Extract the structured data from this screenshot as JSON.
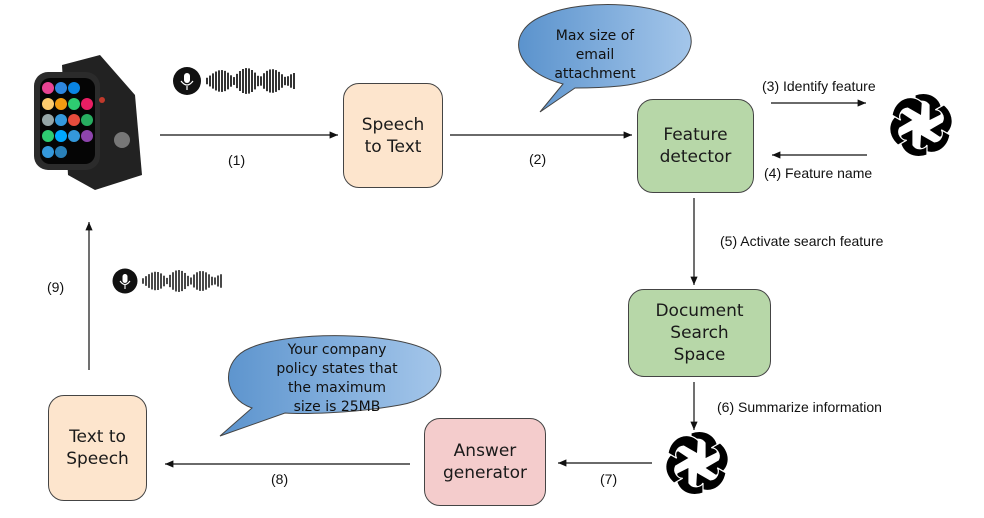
{
  "diagram": {
    "nodes": {
      "speech_to_text": "Speech\nto Text",
      "feature_detector": "Feature\ndetector",
      "document_search": "Document\nSearch\nSpace",
      "answer_generator": "Answer\ngenerator",
      "text_to_speech": "Text to\nSpeech"
    },
    "edges": {
      "e1": "(1)",
      "e2": "(2)",
      "e3": "(3) Identify feature",
      "e4": "(4) Feature name",
      "e5": "(5) Activate search feature",
      "e6": "(6) Summarize information",
      "e7": "(7)",
      "e8": "(8)",
      "e9": "(9)"
    },
    "bubbles": {
      "query": "Max size of\nemail\nattachment",
      "answer": "Your company\npolicy states that\nthe maximum\nsize is 25MB"
    },
    "icons": {
      "device": "smartwatch-icon",
      "voice": "microphone-waveform-icon",
      "llm": "openai-logo-icon"
    },
    "colors": {
      "peach": "#fde5cd",
      "green": "#b7d7a8",
      "pink": "#f4cccc",
      "bubble_left": "#5b93cd",
      "bubble_right": "#a4c6ea"
    }
  }
}
